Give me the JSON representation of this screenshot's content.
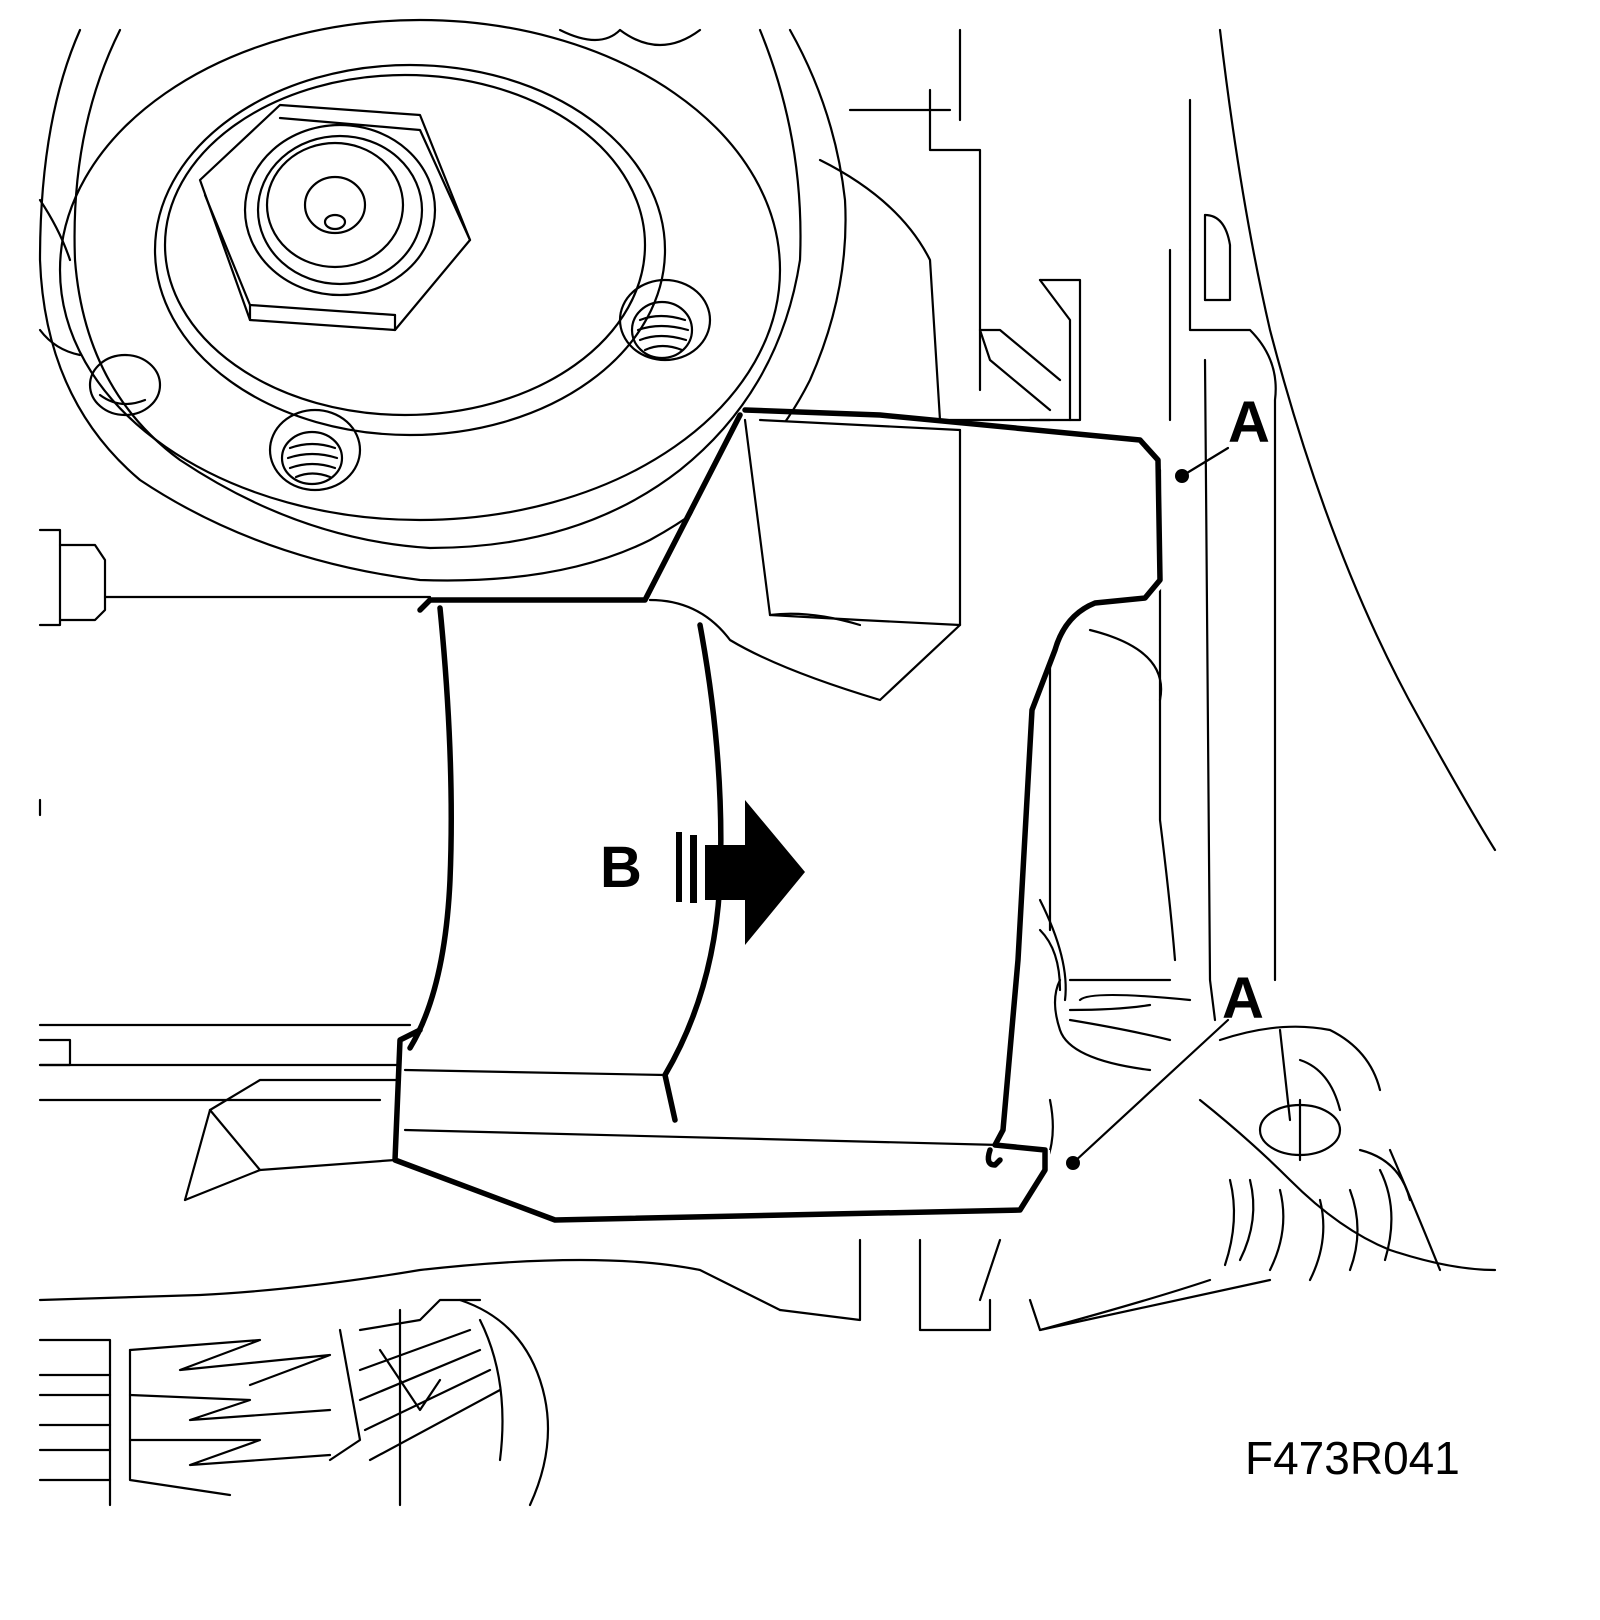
{
  "diagram": {
    "callouts": {
      "a_upper": "A",
      "a_lower": "A",
      "b": "B"
    },
    "figure_code": "F473R041"
  }
}
